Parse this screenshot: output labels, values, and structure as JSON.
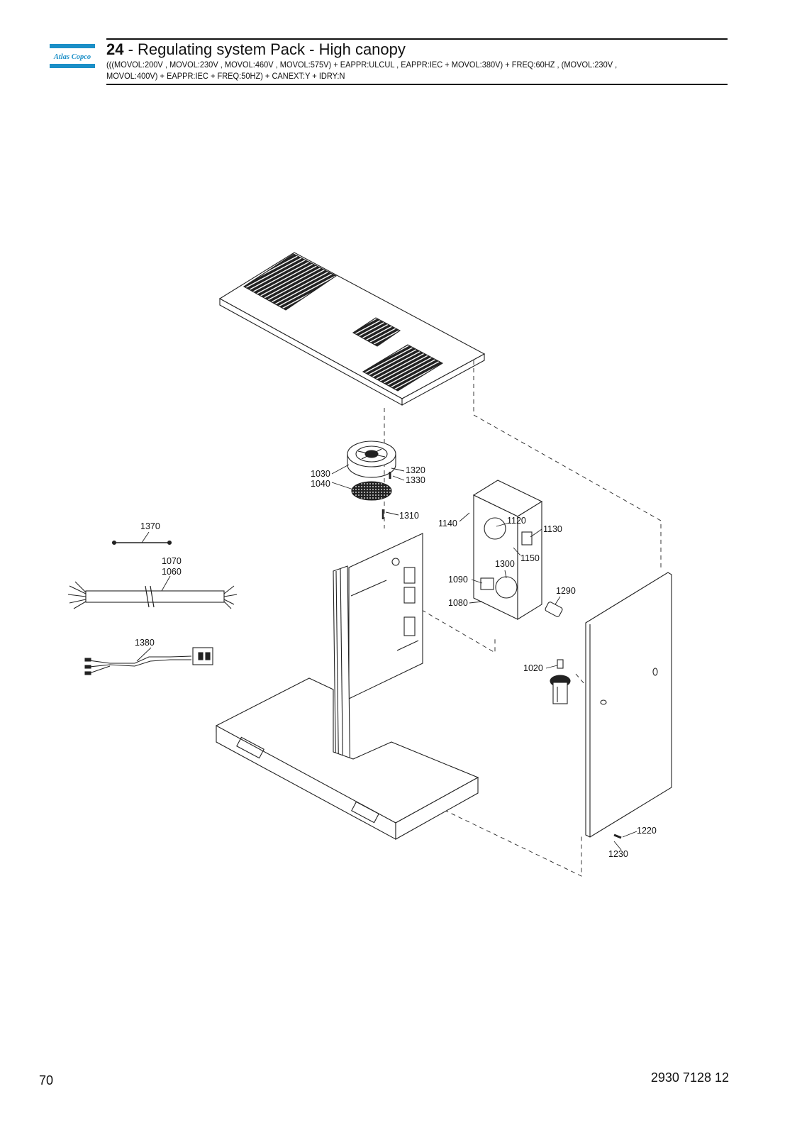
{
  "brand": {
    "name": "Atlas Copco",
    "color": "#1b8fc7"
  },
  "header": {
    "section_number": "24",
    "title_separator": " - ",
    "title": "Regulating system Pack - High canopy",
    "subtitle_line1": "(((MOVOL:200V , MOVOL:230V , MOVOL:460V , MOVOL:575V) + EAPPR:ULCUL , EAPPR:IEC + MOVOL:380V) + FREQ:60HZ , (MOVOL:230V ,",
    "subtitle_line2": "MOVOL:400V) + EAPPR:IEC + FREQ:50HZ) + CANEXT:Y + IDRY:N"
  },
  "callouts": {
    "c1030": "1030",
    "c1040": "1040",
    "c1320": "1320",
    "c1330": "1330",
    "c1310": "1310",
    "c1370": "1370",
    "c1070": "1070",
    "c1060": "1060",
    "c1380": "1380",
    "c1140": "1140",
    "c1120": "1120",
    "c1130": "1130",
    "c1150": "1150",
    "c1300": "1300",
    "c1090": "1090",
    "c1080": "1080",
    "c1290": "1290",
    "c1020": "1020",
    "c1220": "1220",
    "c1230": "1230"
  },
  "footer": {
    "page_number": "70",
    "document_number": "2930 7128 12"
  }
}
